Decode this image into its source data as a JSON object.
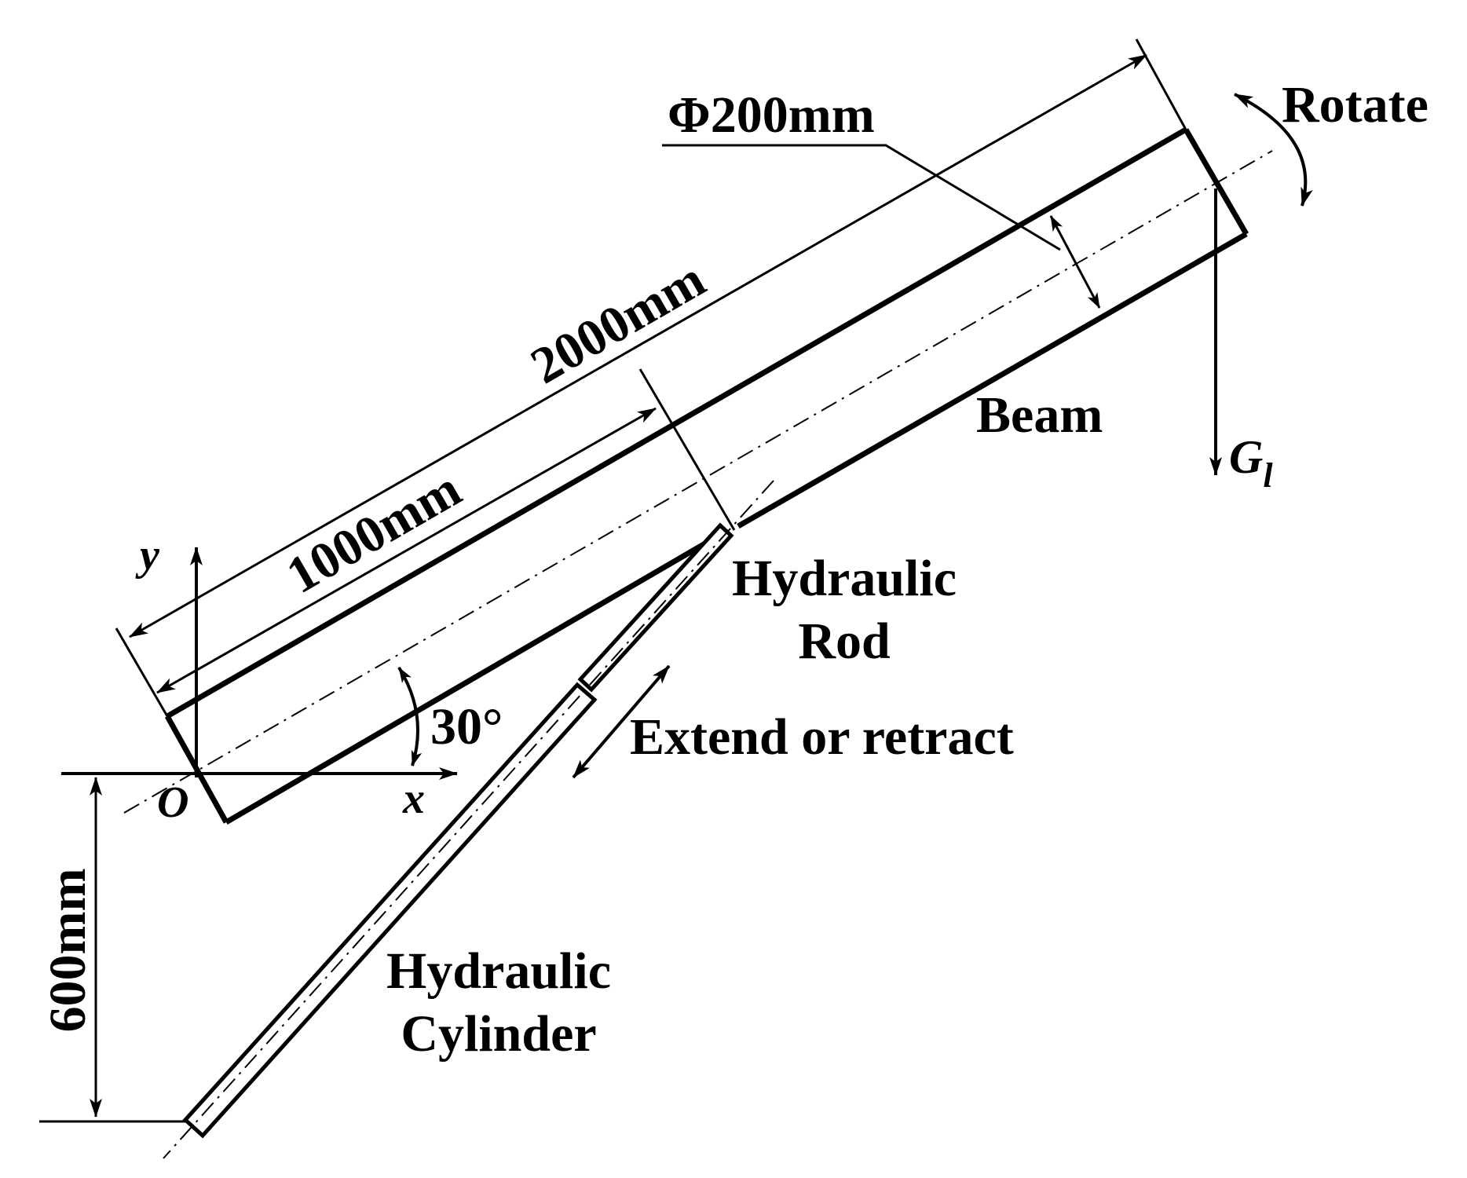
{
  "labels": {
    "diameter": "Φ200mm",
    "rotate": "Rotate",
    "length_2000": "2000mm",
    "length_1000": "1000mm",
    "beam": "Beam",
    "load": "G",
    "load_sub": "l",
    "rod_line1": "Hydraulic",
    "rod_line2": "Rod",
    "angle": "30°",
    "extend": "Extend or retract",
    "axis_x": "x",
    "axis_y": "y",
    "origin": "O",
    "offset_600": "600mm",
    "cyl_line1": "Hydraulic",
    "cyl_line2": "Cylinder"
  },
  "colors": {
    "line": "#000000",
    "background": "#ffffff"
  }
}
